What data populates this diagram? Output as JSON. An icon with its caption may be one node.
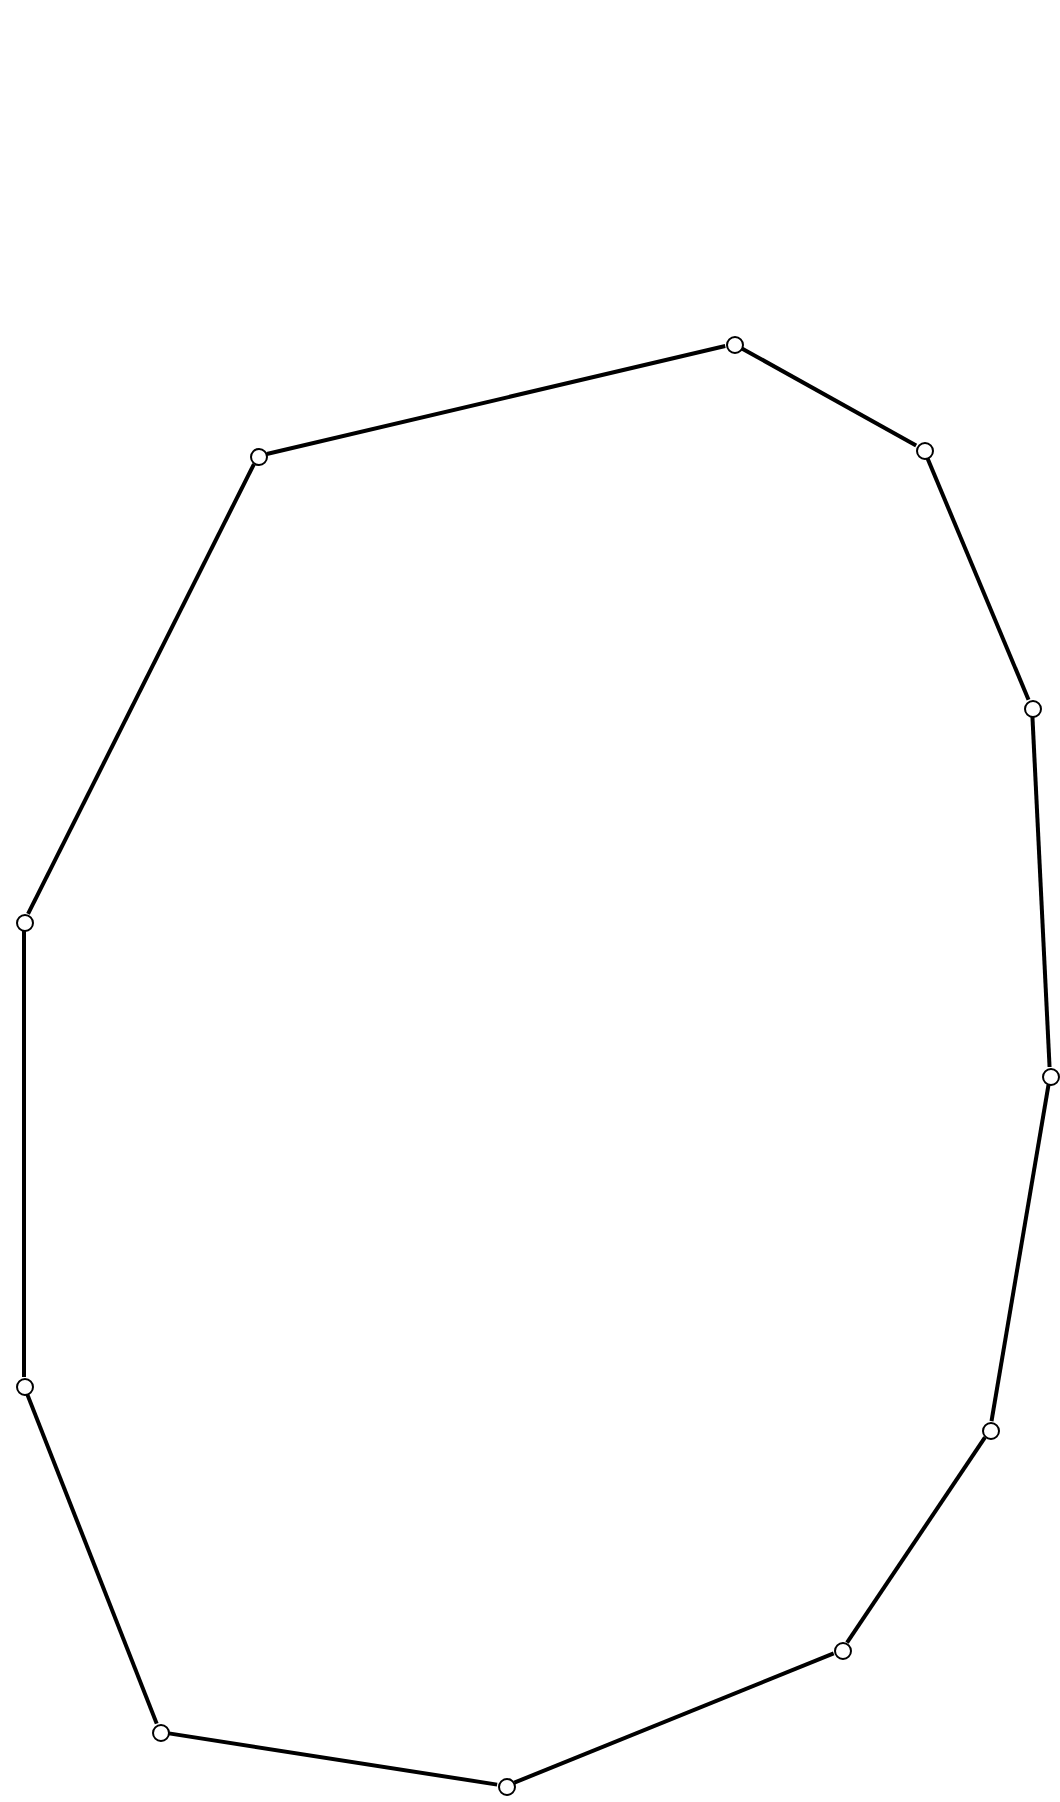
{
  "diagram": {
    "nodes": [
      {
        "text": [],
        "shape": "circle"
      },
      {
        "text": [],
        "shape": "circle"
      },
      {
        "text": [],
        "shape": "circle"
      },
      {
        "text": [],
        "shape": "circle"
      },
      {
        "text": [],
        "shape": "circle"
      },
      {
        "text": [],
        "shape": "circle"
      },
      {
        "text": [],
        "shape": "circle"
      },
      {
        "text": [],
        "shape": "circle"
      },
      {
        "text": [],
        "shape": "circle"
      },
      {
        "text": [],
        "shape": "circle"
      },
      {
        "text": [],
        "shape": "circle"
      }
    ],
    "edges": [
      {
        "from": 0,
        "to": 1,
        "arrow": "none"
      },
      {
        "from": 1,
        "to": 3,
        "arrow": "none"
      },
      {
        "from": 3,
        "to": 5,
        "arrow": "none"
      },
      {
        "from": 5,
        "to": 7,
        "arrow": "none"
      },
      {
        "from": 7,
        "to": 8,
        "arrow": "none"
      },
      {
        "from": 8,
        "to": 10,
        "arrow": "none"
      },
      {
        "from": 10,
        "to": 9,
        "arrow": "none"
      },
      {
        "from": 9,
        "to": 6,
        "arrow": "none"
      },
      {
        "from": 6,
        "to": 4,
        "arrow": "none"
      },
      {
        "from": 4,
        "to": 2,
        "arrow": "none"
      },
      {
        "from": 2,
        "to": 0,
        "arrow": "none"
      }
    ]
  }
}
